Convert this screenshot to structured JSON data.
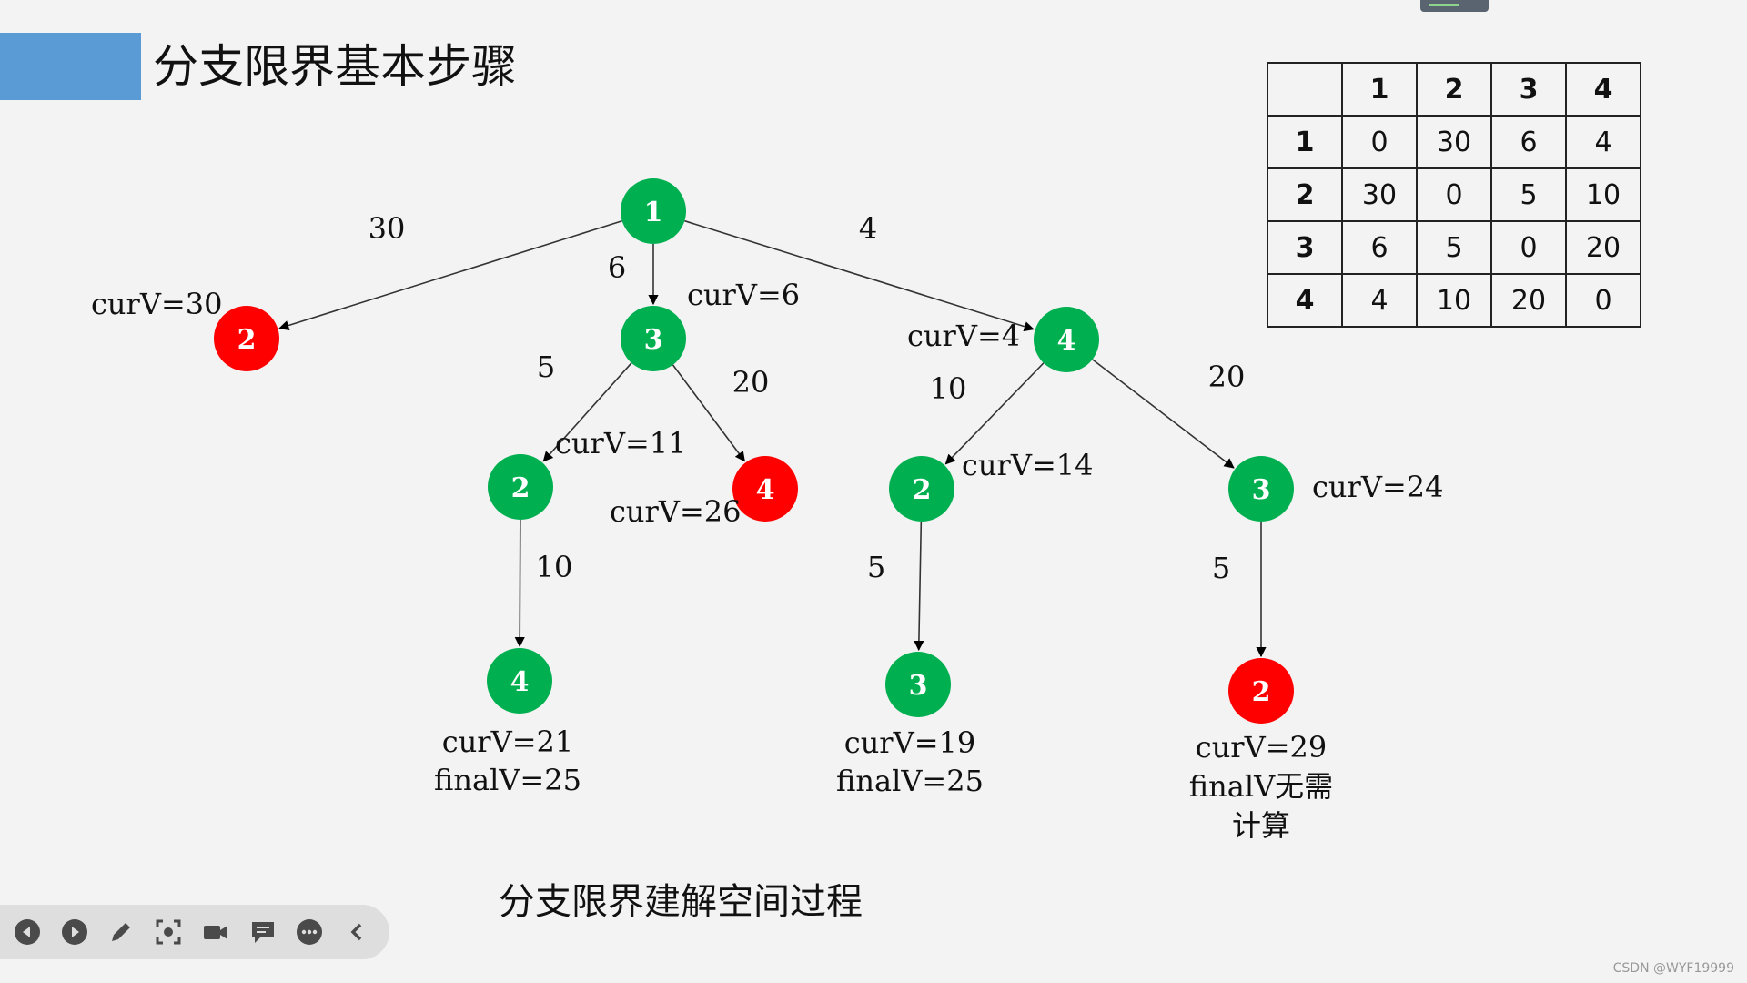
{
  "title": "分支限界基本步骤",
  "caption": "分支限界建解空间过程",
  "watermark": "CSDN @WYF19999",
  "colors": {
    "accent": "#5b9bd5",
    "green_node": "#00b050",
    "red_node": "#ff0000"
  },
  "table": {
    "headers": [
      "",
      "1",
      "2",
      "3",
      "4"
    ],
    "rows": [
      [
        "1",
        "0",
        "30",
        "6",
        "4"
      ],
      [
        "2",
        "30",
        "0",
        "5",
        "10"
      ],
      [
        "3",
        "6",
        "5",
        "0",
        "20"
      ],
      [
        "4",
        "4",
        "10",
        "20",
        "0"
      ]
    ]
  },
  "tree": {
    "nodes": [
      {
        "id": "n1",
        "label": "1",
        "status": "live"
      },
      {
        "id": "n2a",
        "label": "2",
        "status": "pruned"
      },
      {
        "id": "n3",
        "label": "3",
        "status": "live"
      },
      {
        "id": "n4a",
        "label": "4",
        "status": "live"
      },
      {
        "id": "n2b",
        "label": "2",
        "status": "live"
      },
      {
        "id": "n4b",
        "label": "4",
        "status": "pruned"
      },
      {
        "id": "n2c",
        "label": "2",
        "status": "live"
      },
      {
        "id": "n3b",
        "label": "3",
        "status": "live"
      },
      {
        "id": "n4c",
        "label": "4",
        "status": "live"
      },
      {
        "id": "n3c",
        "label": "3",
        "status": "live"
      },
      {
        "id": "n2d",
        "label": "2",
        "status": "pruned"
      }
    ],
    "edges": [
      {
        "from": "n1",
        "to": "n2a",
        "weight": "30"
      },
      {
        "from": "n1",
        "to": "n3",
        "weight": "6"
      },
      {
        "from": "n1",
        "to": "n4a",
        "weight": "4"
      },
      {
        "from": "n3",
        "to": "n2b",
        "weight": "5"
      },
      {
        "from": "n3",
        "to": "n4b",
        "weight": "20"
      },
      {
        "from": "n4a",
        "to": "n2c",
        "weight": "10"
      },
      {
        "from": "n4a",
        "to": "n3b",
        "weight": "20"
      },
      {
        "from": "n2b",
        "to": "n4c",
        "weight": "10"
      },
      {
        "from": "n2c",
        "to": "n3c",
        "weight": "5"
      },
      {
        "from": "n3b",
        "to": "n2d",
        "weight": "5"
      }
    ],
    "annotations": {
      "n2a": "curV=30",
      "n3": "curV=6",
      "n4a": "curV=4",
      "n2b": "curV=11",
      "n4b": "curV=26",
      "n2c": "curV=14",
      "n3b": "curV=24",
      "n4c_cur": "curV=21",
      "n4c_final": "finalV=25",
      "n3c_cur": "curV=19",
      "n3c_final": "finalV=25",
      "n2d_cur": "curV=29",
      "n2d_final": "finalV无需",
      "n2d_final2": "计算"
    }
  },
  "toolbar": {
    "icons": [
      "prev-icon",
      "next-icon",
      "pen-icon",
      "screenshot-icon",
      "video-icon",
      "comment-icon",
      "more-icon",
      "collapse-icon"
    ]
  }
}
